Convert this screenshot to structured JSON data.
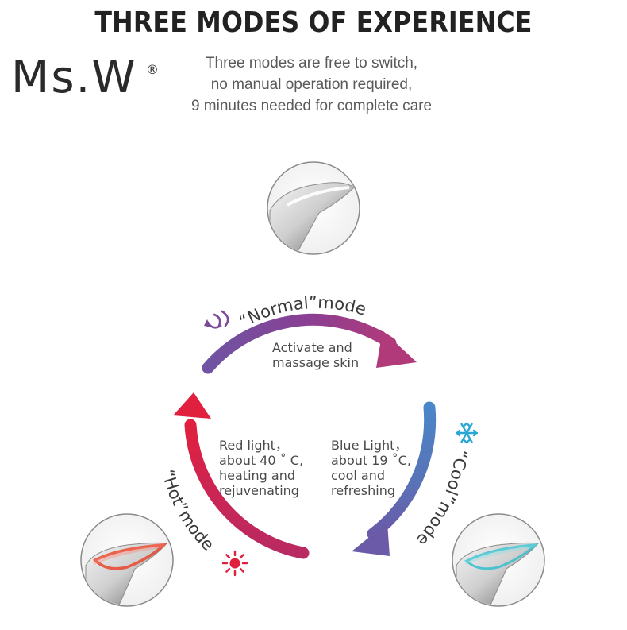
{
  "header": {
    "title": "THREE MODES OF EXPERIENCE",
    "brand": "Ms.W",
    "registered_mark": "®"
  },
  "subtitle_lines": [
    "Three modes are free to switch,",
    "no manual operation required,",
    "9 minutes needed for complete care"
  ],
  "modes": {
    "normal": {
      "label": "“Normal”mode",
      "description": [
        "Activate and",
        "massage skin"
      ],
      "color": "#7b4a9a",
      "icon": "wave-arrows-icon"
    },
    "cool": {
      "label": "“Cool”mode",
      "description": [
        "Blue Light，",
        "about 19 ˚C,",
        "cool and",
        "refreshing"
      ],
      "color": "#4a79bd",
      "icon": "snowflake-icon"
    },
    "hot": {
      "label": "“Hot”mode",
      "description": [
        "Red light，",
        "about 40 ˚ C,",
        "heating and",
        "rejuvenating"
      ],
      "color": "#d4244a",
      "icon": "sun-icon"
    }
  }
}
